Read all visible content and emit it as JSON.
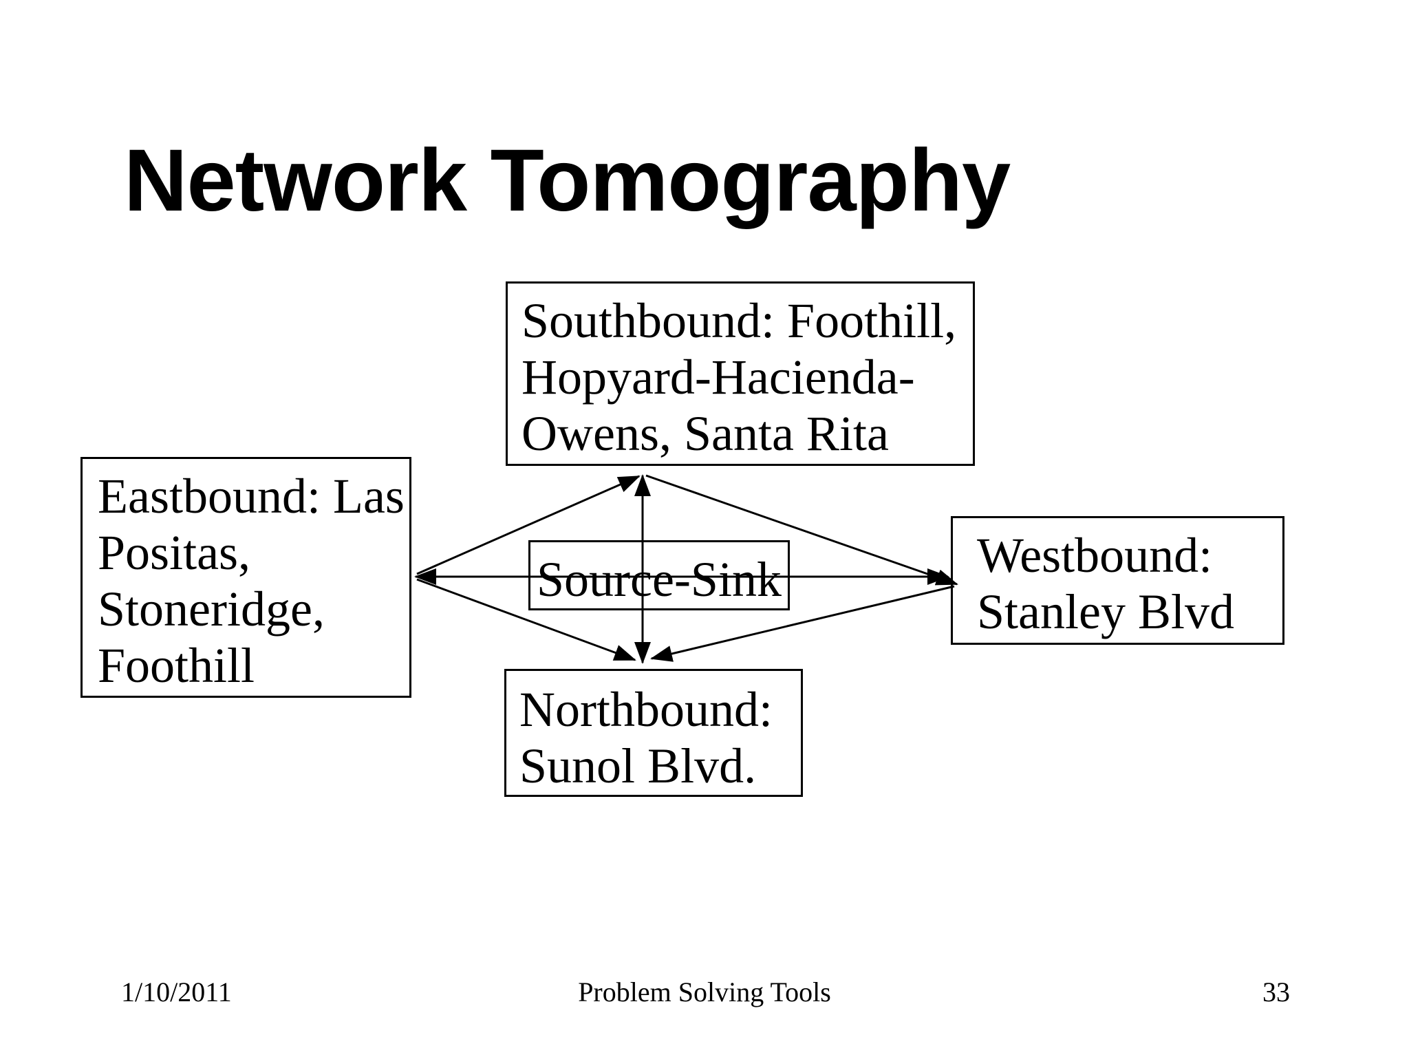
{
  "slide_title": "Network Tomography",
  "nodes": {
    "southbound": {
      "lines": [
        "Southbound: Foothill,",
        "Hopyard-Hacienda-",
        "Owens, Santa Rita"
      ]
    },
    "eastbound": {
      "lines": [
        "Eastbound: Las",
        "Positas,",
        "Stoneridge,",
        "Foothill"
      ]
    },
    "westbound": {
      "lines": [
        "Westbound:",
        "Stanley Blvd"
      ]
    },
    "northbound": {
      "lines": [
        "Northbound:",
        "Sunol Blvd."
      ]
    },
    "source_sink": {
      "lines": [
        "Source-Sink"
      ]
    }
  },
  "edges": [
    {
      "from": "eastbound",
      "to": "westbound",
      "style": "double-headed"
    },
    {
      "from": "southbound",
      "to": "northbound",
      "style": "double-headed"
    },
    {
      "from": "eastbound",
      "to": "southbound",
      "style": "single"
    },
    {
      "from": "southbound",
      "to": "westbound",
      "style": "single"
    },
    {
      "from": "eastbound",
      "to": "northbound",
      "style": "single"
    },
    {
      "from": "westbound",
      "to": "northbound",
      "style": "single"
    }
  ],
  "footer": {
    "date": "1/10/2011",
    "title": "Problem Solving Tools",
    "page_number": "33"
  },
  "colors": {
    "background": "#ffffff",
    "text": "#000000",
    "line": "#000000"
  }
}
